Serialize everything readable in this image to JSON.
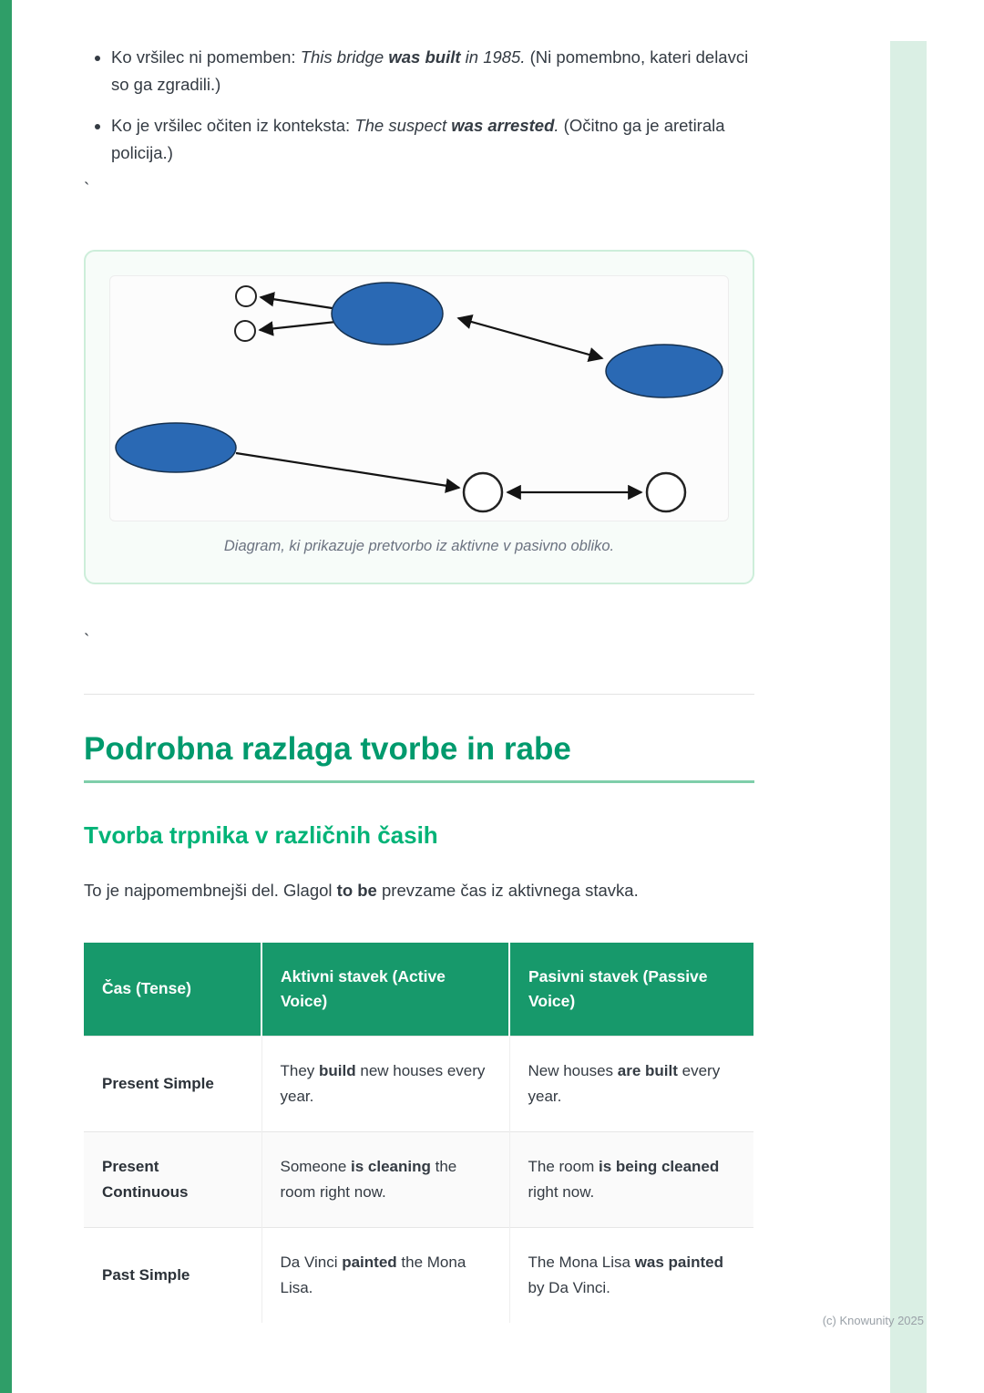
{
  "colors": {
    "heading_green": "#009a6d",
    "subheading_green": "#00b377",
    "table_header_green": "#17996b",
    "left_bar_green": "#2f9e68",
    "right_stripe_green": "#daefe4",
    "diagram_blue": "#2a69b4"
  },
  "bullets": [
    {
      "segments": [
        {
          "t": "Ko vršilec ni pomemben: "
        },
        {
          "t": "This bridge ",
          "i": true
        },
        {
          "t": "was built",
          "b": true,
          "i": true
        },
        {
          "t": " in 1985.",
          "i": true
        },
        {
          "t": " (Ni pomembno, kateri delavci so ga zgradili.)"
        }
      ]
    },
    {
      "segments": [
        {
          "t": "Ko je vršilec očiten iz konteksta: "
        },
        {
          "t": "The suspect ",
          "i": true
        },
        {
          "t": "was arrested",
          "b": true,
          "i": true
        },
        {
          "t": ".",
          "i": true
        },
        {
          "t": " (Očitno ga je aretirala policija.)"
        }
      ]
    }
  ],
  "marks": {
    "tick1": "`",
    "tick2": "`"
  },
  "figure": {
    "caption": "Diagram, ki prikazuje pretvorbo iz aktivne v pasivno obliko."
  },
  "section": {
    "title": "Podrobna razlaga tvorbe in rabe",
    "subtitle": "Tvorba trpnika v različnih časih",
    "intro": [
      {
        "t": "To je najpomembnejši del. Glagol "
      },
      {
        "t": "to be",
        "b": true
      },
      {
        "t": " prevzame čas iz aktivnega stavka."
      }
    ]
  },
  "table": {
    "headers": [
      "Čas (Tense)",
      "Aktivni stavek (Active Voice)",
      "Pasivni stavek (Passive Voice)"
    ],
    "rows": [
      {
        "tense": "Present Simple",
        "active": [
          {
            "t": "They "
          },
          {
            "t": "build",
            "b": true
          },
          {
            "t": " new houses every year."
          }
        ],
        "passive": [
          {
            "t": "New houses "
          },
          {
            "t": "are built",
            "b": true
          },
          {
            "t": " every year."
          }
        ]
      },
      {
        "tense": "Present Continuous",
        "active": [
          {
            "t": "Someone "
          },
          {
            "t": "is cleaning",
            "b": true
          },
          {
            "t": " the room right now."
          }
        ],
        "passive": [
          {
            "t": "The room "
          },
          {
            "t": "is being cleaned",
            "b": true
          },
          {
            "t": " right now."
          }
        ]
      },
      {
        "tense": "Past Simple",
        "active": [
          {
            "t": "Da Vinci "
          },
          {
            "t": "painted",
            "b": true
          },
          {
            "t": " the Mona Lisa."
          }
        ],
        "passive": [
          {
            "t": "The Mona Lisa "
          },
          {
            "t": "was painted",
            "b": true
          },
          {
            "t": " by Da Vinci."
          }
        ]
      }
    ]
  },
  "footer": {
    "copyright": "(c) Knowunity 2025"
  }
}
